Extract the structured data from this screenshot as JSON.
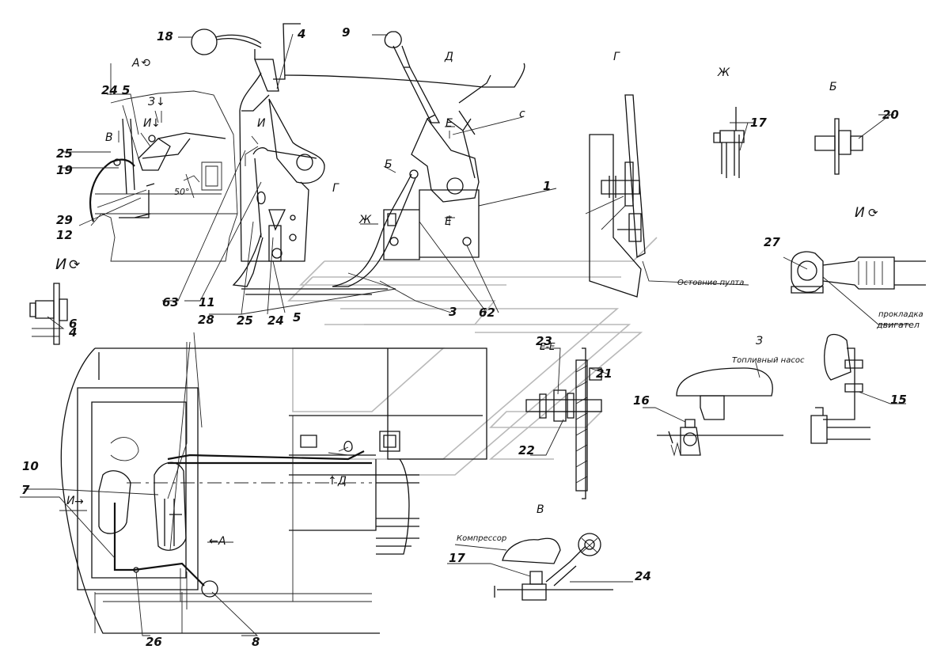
{
  "labels": {
    "n18": "18",
    "n4a": "4",
    "n9": "9",
    "vA": "А",
    "vD": "Д",
    "vG": "Г",
    "vZh": "Ж",
    "vB": "Б",
    "n24": "24",
    "n5": "5",
    "v3": "З",
    "vI": "И",
    "vV": "В",
    "n25": "25",
    "n19": "19",
    "n29": "29",
    "n12": "12",
    "ang": "50°",
    "vI2": "И",
    "vE1": "Е",
    "vE2": "Е",
    "c": "с",
    "vB2": "Б",
    "vG2": "Г",
    "vZh2": "Ж",
    "n1": "1",
    "n17": "17",
    "n20": "20",
    "vIO": "И",
    "n27": "27",
    "vIO2": "И",
    "n6": "6",
    "n4b": "4",
    "n63": "63",
    "n11": "11",
    "n25b": "25",
    "n24b": "24",
    "n5b": "5",
    "n3": "3",
    "n62": "62",
    "n28": "28",
    "ostov": "Остовние пулта",
    "prokl1": "прокладка",
    "prokl2": "двигател",
    "EE": "Е-Е",
    "n23": "23",
    "n21": "21",
    "n22": "22",
    "v3b": "З",
    "toplivo": "Топливный насос",
    "n16": "16",
    "n15": "15",
    "n10": "10",
    "n7": "7",
    "vIarr": "И",
    "vD2": "Д",
    "vA2": "А",
    "vVb": "В",
    "kompr": "Компрессор",
    "n17b": "17",
    "n24c": "24",
    "n26": "26",
    "n8": "8"
  }
}
